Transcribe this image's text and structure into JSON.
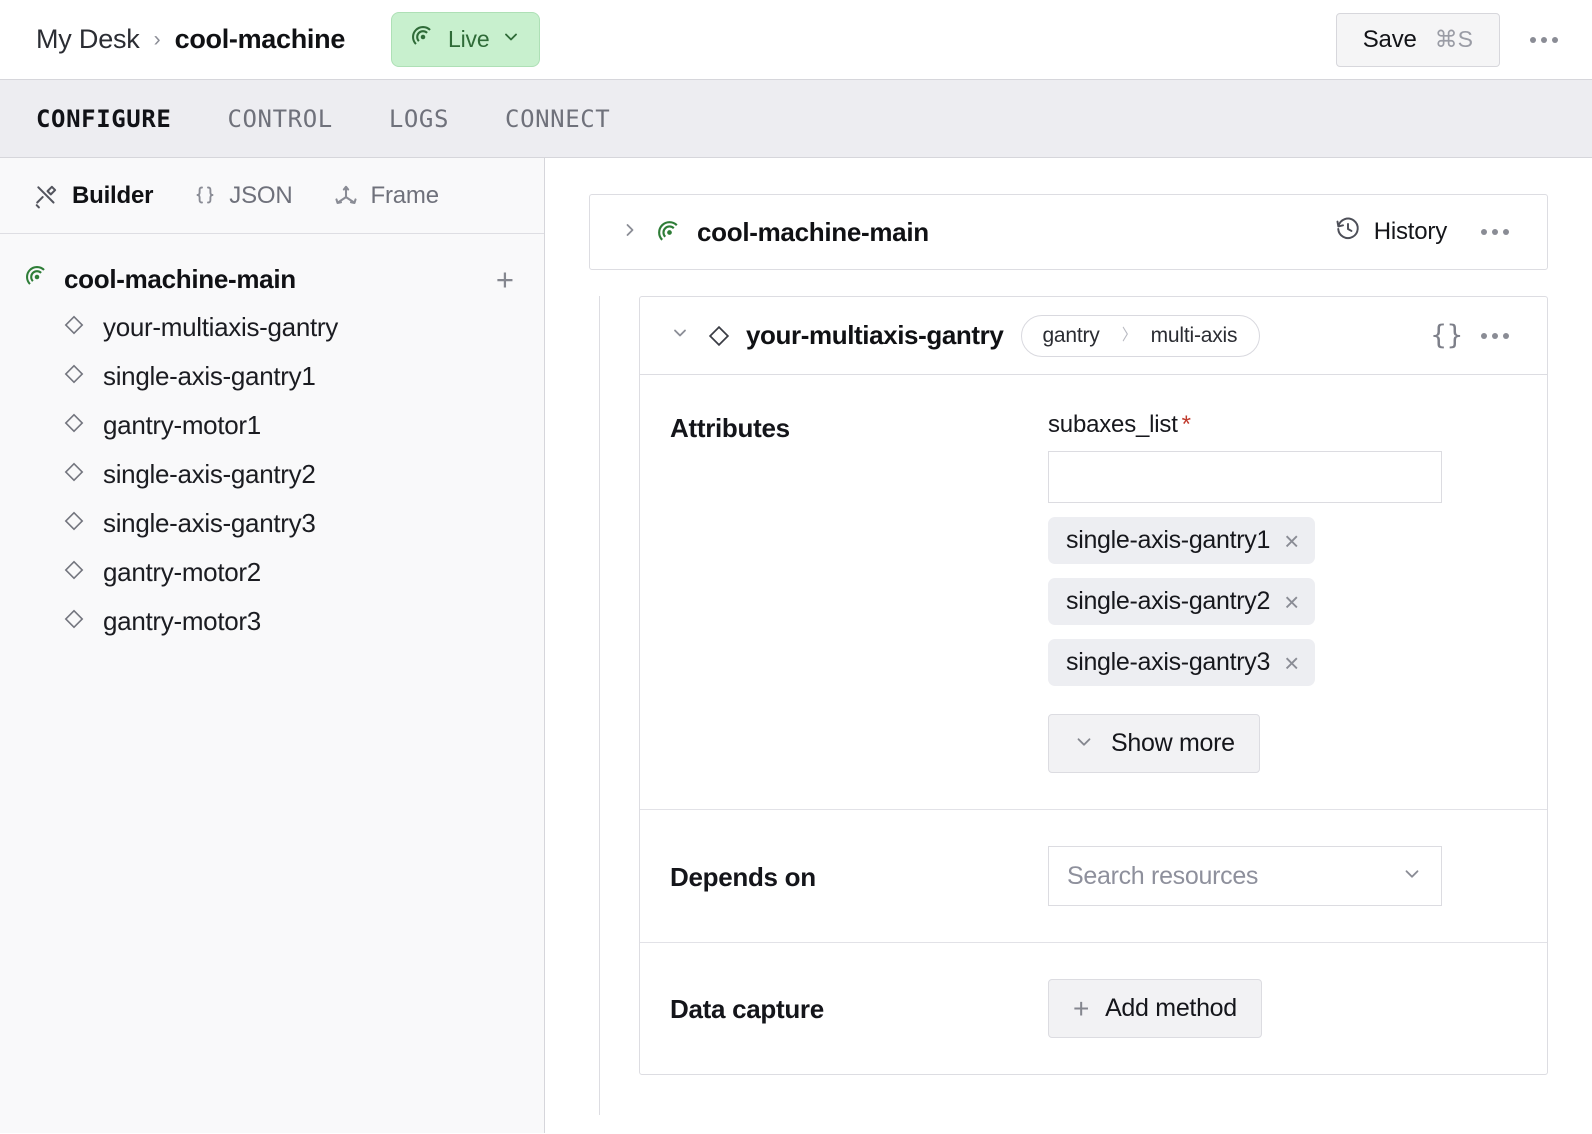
{
  "topbar": {
    "breadcrumb": {
      "root": "My Desk",
      "separator": "›",
      "current": "cool-machine"
    },
    "status_pill": {
      "label": "Live",
      "icon": "radar-icon",
      "chevron": "⌄",
      "bg": "#c8f0ce",
      "fg": "#2f6b38"
    },
    "save": {
      "label": "Save",
      "shortcut": "⌘S"
    },
    "overflow": "more-options-icon"
  },
  "tabs": [
    {
      "label": "CONFIGURE",
      "active": true
    },
    {
      "label": "CONTROL",
      "active": false
    },
    {
      "label": "LOGS",
      "active": false
    },
    {
      "label": "CONNECT",
      "active": false
    }
  ],
  "sidebar": {
    "subtabs": [
      {
        "label": "Builder",
        "icon": "tools-icon",
        "active": true
      },
      {
        "label": "JSON",
        "icon": "braces-icon",
        "active": false
      },
      {
        "label": "Frame",
        "icon": "axes-icon",
        "active": false
      }
    ],
    "tree": {
      "root": {
        "label": "cool-machine-main",
        "icon": "radar-icon"
      },
      "add_label": "+",
      "items": [
        {
          "label": "your-multiaxis-gantry",
          "icon": "diamond-icon"
        },
        {
          "label": "single-axis-gantry1",
          "icon": "diamond-icon"
        },
        {
          "label": "gantry-motor1",
          "icon": "diamond-icon"
        },
        {
          "label": "single-axis-gantry2",
          "icon": "diamond-icon"
        },
        {
          "label": "single-axis-gantry3",
          "icon": "diamond-icon"
        },
        {
          "label": "gantry-motor2",
          "icon": "diamond-icon"
        },
        {
          "label": "gantry-motor3",
          "icon": "diamond-icon"
        }
      ]
    }
  },
  "main": {
    "machine_card": {
      "title": "cool-machine-main",
      "icon": "radar-icon",
      "chevron": "›",
      "history_label": "History",
      "history_icon": "history-clock-icon",
      "overflow": "more-options-icon"
    },
    "resource_card": {
      "title": "your-multiaxis-gantry",
      "icon": "diamond-icon",
      "chevron": "⌄",
      "type_pill": {
        "namespace": "gantry",
        "model": "multi-axis"
      },
      "json_icon": "{}",
      "overflow": "more-options-icon",
      "sections": {
        "attributes": {
          "label": "Attributes",
          "field_label": "subaxes_list",
          "required_mark": "*",
          "input_value": "",
          "chips": [
            {
              "label": "single-axis-gantry1",
              "remove": "×"
            },
            {
              "label": "single-axis-gantry2",
              "remove": "×"
            },
            {
              "label": "single-axis-gantry3",
              "remove": "×"
            }
          ],
          "show_more": {
            "label": "Show more",
            "chevron": "⌄"
          }
        },
        "depends_on": {
          "label": "Depends on",
          "placeholder": "Search resources",
          "value": "",
          "chevron": "⌄"
        },
        "data_capture": {
          "label": "Data capture",
          "add_method": {
            "label": "Add method",
            "plus": "+"
          }
        }
      }
    }
  }
}
